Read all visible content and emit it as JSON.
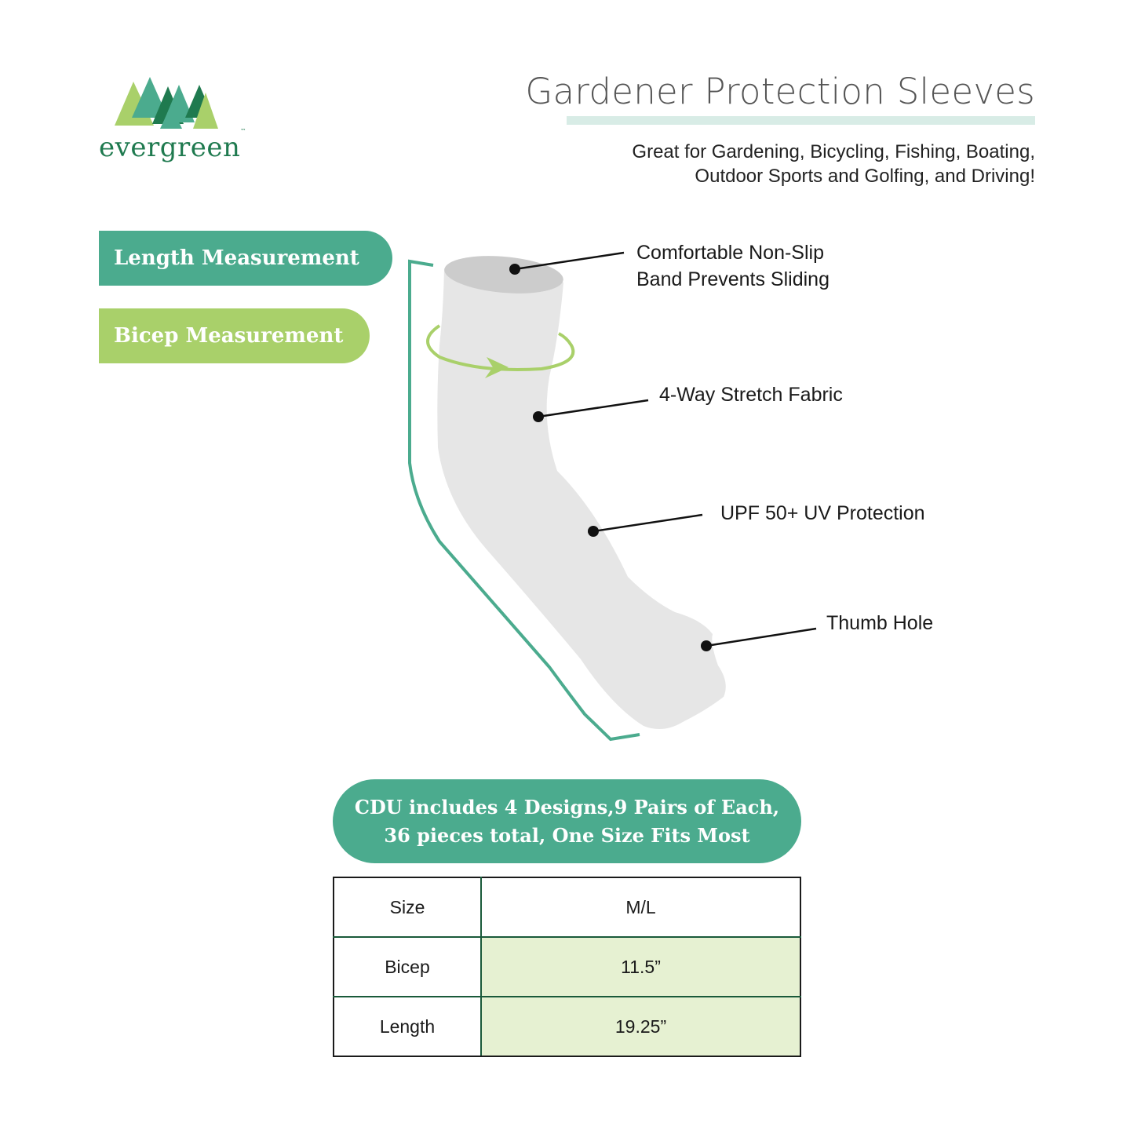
{
  "brand": {
    "name": "evergreen",
    "trademark": "™"
  },
  "header": {
    "title": "Gardener Protection Sleeves",
    "subtitle_line1": "Great for Gardening, Bicycling, Fishing, Boating,",
    "subtitle_line2": "Outdoor Sports and Golfing, and Driving!"
  },
  "legend": {
    "length_label": "Length Measurement",
    "bicep_label": "Bicep Measurement"
  },
  "callouts": {
    "band_line1": "Comfortable Non-Slip",
    "band_line2": "Band Prevents Sliding",
    "stretch": "4-Way Stretch Fabric",
    "uv": "UPF 50+ UV Protection",
    "thumb": "Thumb Hole"
  },
  "banner": {
    "line1": "CDU includes 4 Designs,9 Pairs of Each,",
    "line2": "36 pieces total, One Size Fits Most"
  },
  "size_table": {
    "header_label": "Size",
    "header_value": "M/L",
    "rows": [
      {
        "label": "Bicep",
        "value": "11.5”"
      },
      {
        "label": "Length",
        "value": "19.25”"
      }
    ]
  },
  "colors": {
    "teal": "#4bab8e",
    "lime": "#a9d06a",
    "brand_green": "#1f7a4f",
    "sleeve_gray": "#e6e6e6"
  }
}
